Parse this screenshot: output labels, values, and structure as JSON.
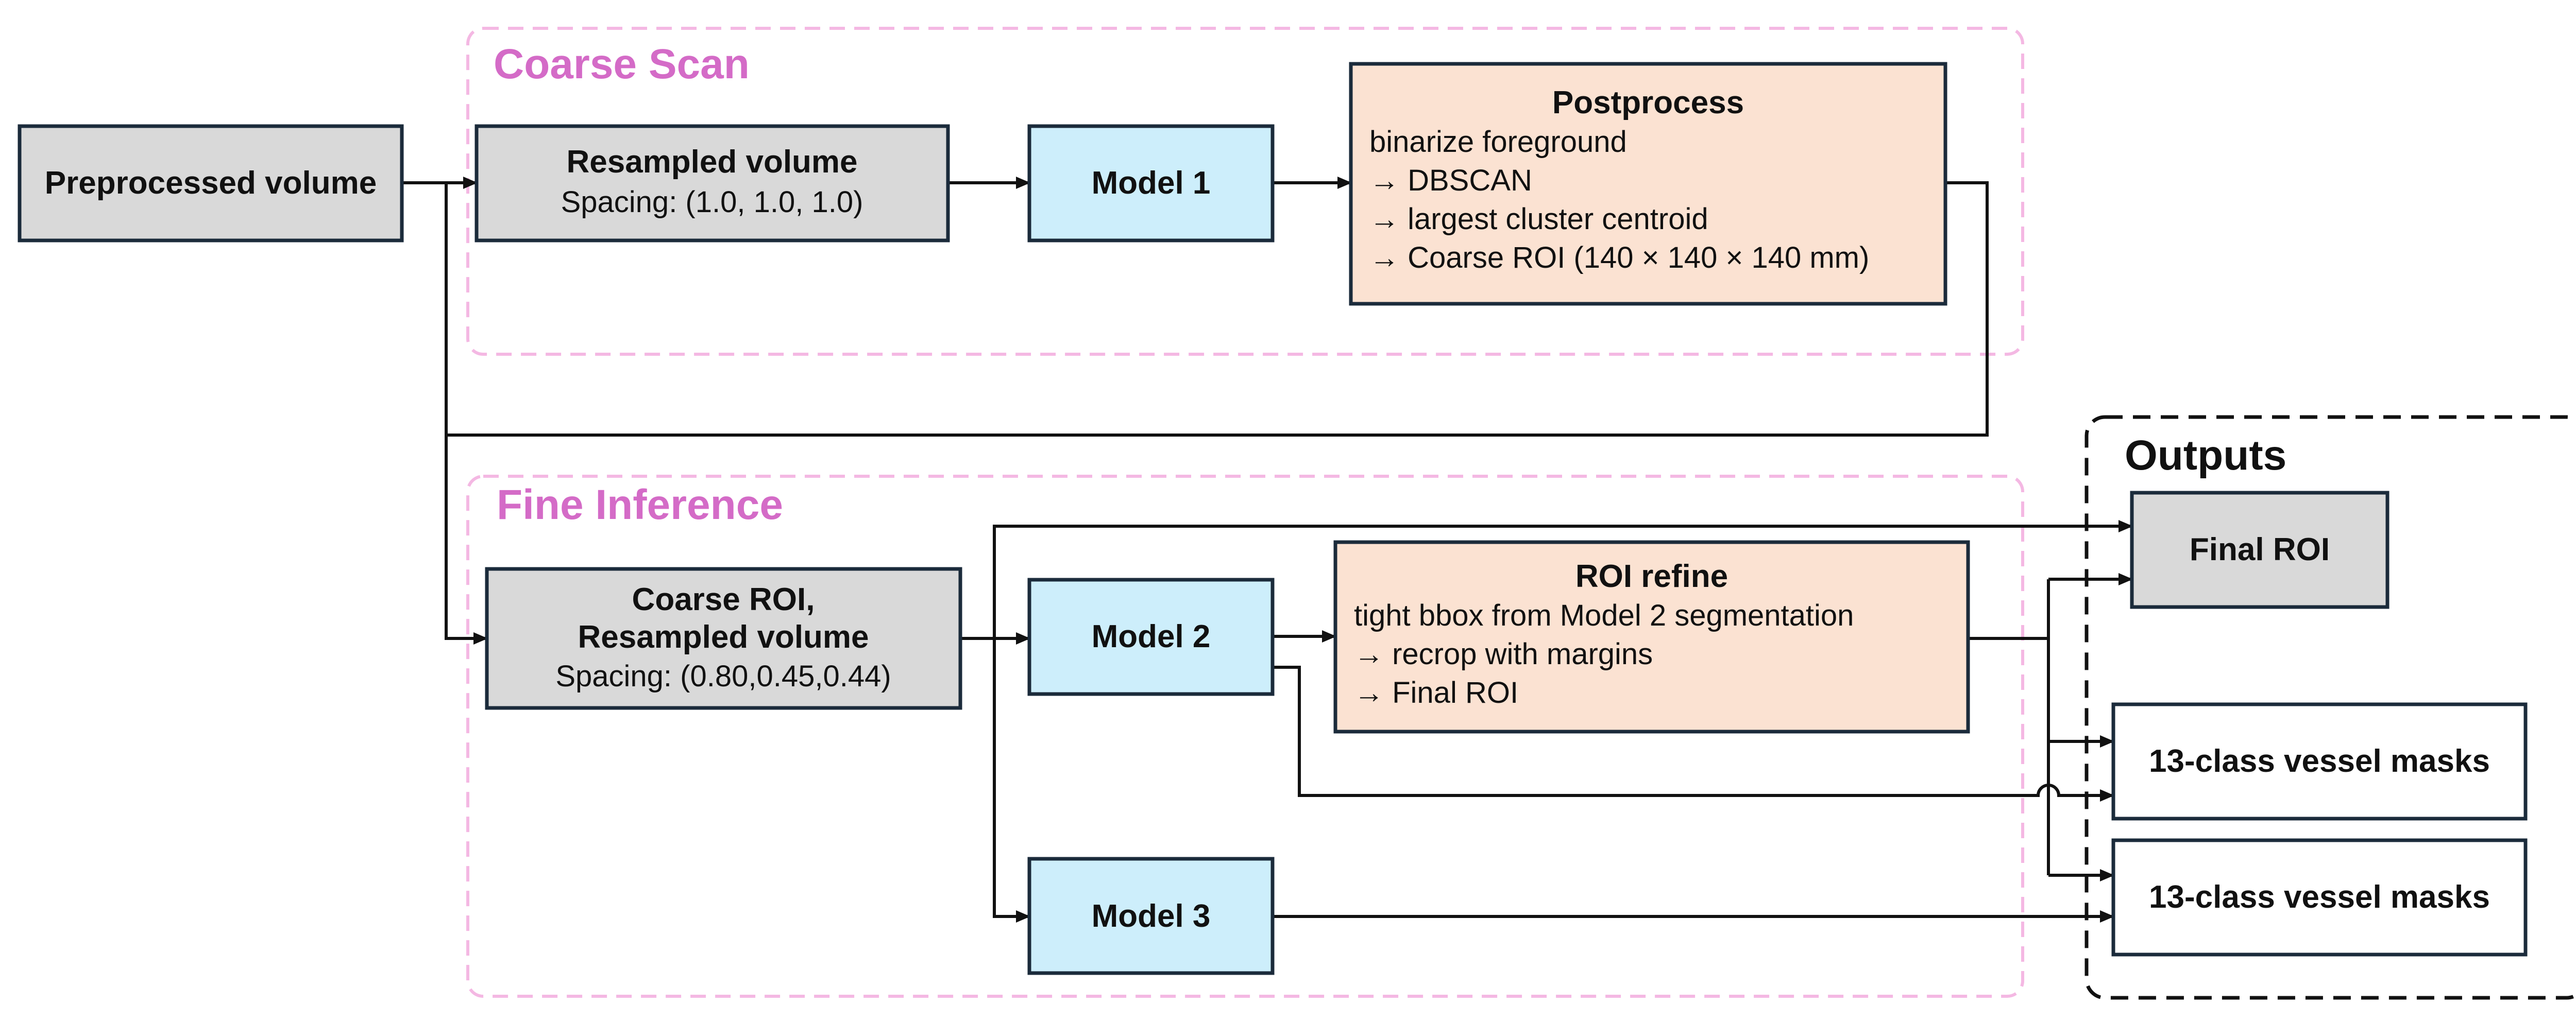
{
  "colors": {
    "group_title": "#d46bc7",
    "group_border": "#f4b8e3",
    "gray_box": "#d9d9d9",
    "blue_box": "#cdeefb",
    "peach_box": "#fbe2d2",
    "white_box": "#ffffff",
    "box_border": "#1b2b3b",
    "arrow": "#111111"
  },
  "groups": {
    "coarse": {
      "title": "Coarse Scan"
    },
    "fine": {
      "title": "Fine Inference"
    },
    "outputs": {
      "title": "Outputs"
    }
  },
  "nodes": {
    "preprocessed": {
      "title": "Preprocessed volume"
    },
    "resampled": {
      "title": "Resampled volume",
      "line": "Spacing: (1.0, 1.0, 1.0)"
    },
    "model1": {
      "title": "Model 1"
    },
    "postprocess": {
      "title": "Postprocess",
      "lines": [
        "binarize foreground",
        "→ DBSCAN",
        "→ largest cluster centroid",
        "→ Coarse ROI (140 × 140 × 140 mm)"
      ]
    },
    "coarse_roi": {
      "title_1": "Coarse ROI,",
      "title_2": "Resampled volume",
      "line": "Spacing: (0.80,0.45,0.44)"
    },
    "model2": {
      "title": "Model 2"
    },
    "roi_refine": {
      "title": "ROI refine",
      "lines": [
        "tight bbox from Model 2 segmentation",
        "→ recrop with margins",
        "→ Final ROI"
      ]
    },
    "model3": {
      "title": "Model 3"
    },
    "final_roi": {
      "title": "Final ROI"
    },
    "vessel_masks_1": {
      "title": "13-class vessel masks"
    },
    "vessel_masks_2": {
      "title": "13-class vessel masks"
    }
  }
}
